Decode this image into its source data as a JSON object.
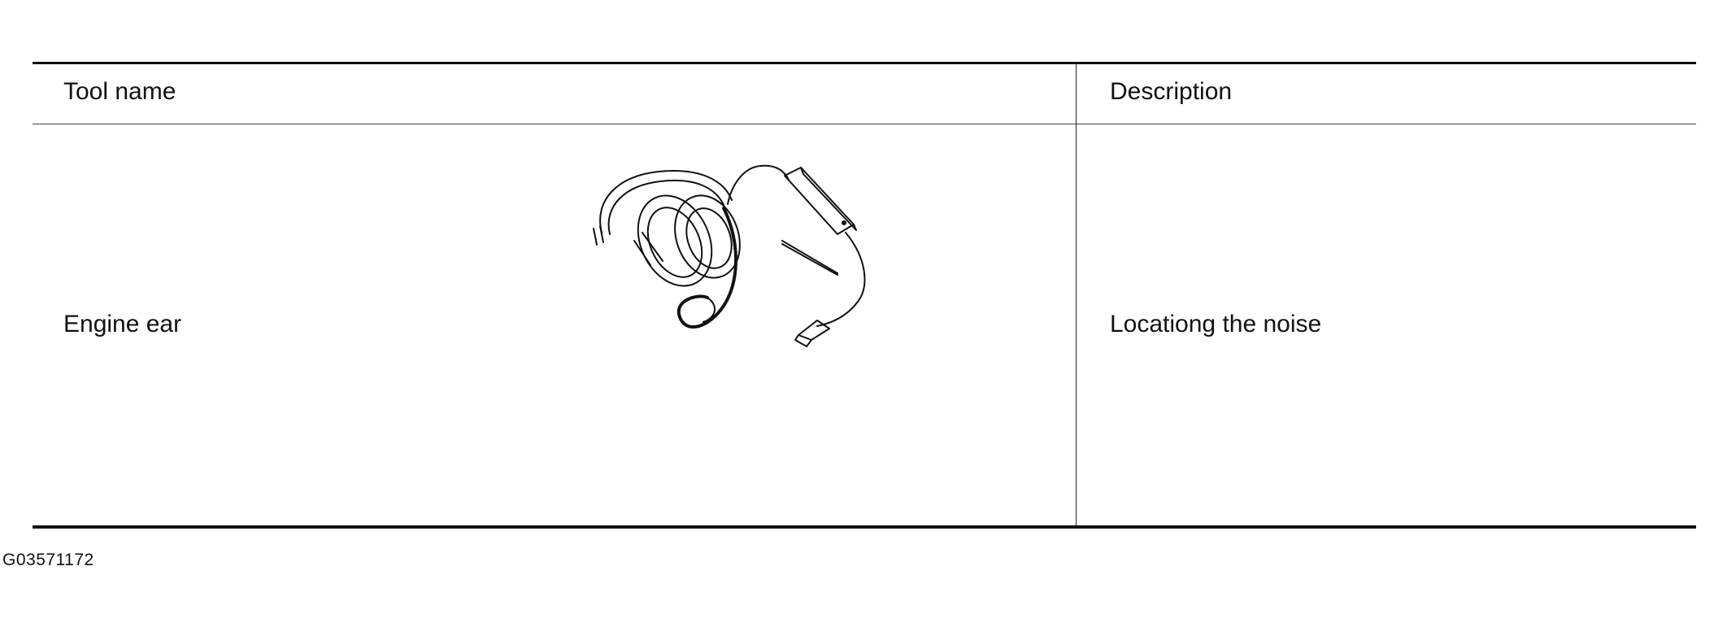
{
  "table": {
    "headers": {
      "tool_name": "Tool name",
      "description": "Description"
    },
    "rows": [
      {
        "tool_name": "Engine ear",
        "description": "Locationg the noise",
        "illustration": "engine-ear-headset-icon"
      }
    ]
  },
  "figure_code": "G03571172"
}
